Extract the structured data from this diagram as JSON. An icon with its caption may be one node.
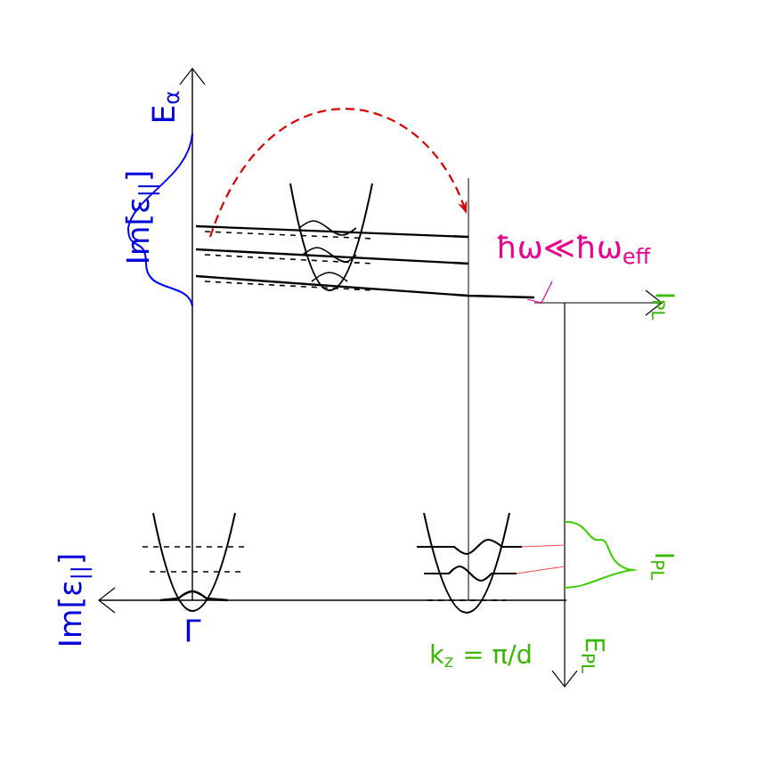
{
  "diagram": {
    "labels": [
      "E$_{α}$",
      "Im[ε$_{||}$]",
      "ħω≪ħω$_{eff}$",
      "I$_{PL}$",
      "Im[ε$_{||}$]",
      "Γ",
      "k$_{z}$ = π/d",
      "I$_{PL}$",
      "E$_{PL}$"
    ]
  }
}
